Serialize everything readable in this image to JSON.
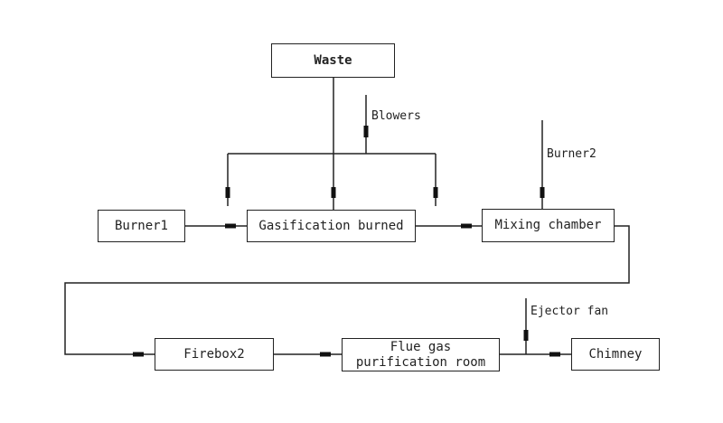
{
  "diagram": {
    "type": "process-flow",
    "nodes": {
      "waste": "Waste",
      "burner1": "Burner1",
      "gasification": "Gasification burned",
      "mixing": "Mixing chamber",
      "firebox2": "Firebox2",
      "flue_gas": "Flue gas purification room",
      "chimney": "Chimney"
    },
    "inputs": {
      "blowers": "Blowers",
      "burner2": "Burner2",
      "ejector_fan": "Ejector fan"
    },
    "edges": [
      {
        "from": "Waste",
        "to": "Gasification burned"
      },
      {
        "from": "Blowers",
        "to": "Gasification burned"
      },
      {
        "from": "Burner1",
        "to": "Gasification burned"
      },
      {
        "from": "Gasification burned",
        "to": "Mixing chamber"
      },
      {
        "from": "Burner2",
        "to": "Mixing chamber"
      },
      {
        "from": "Mixing chamber",
        "to": "Firebox2"
      },
      {
        "from": "Firebox2",
        "to": "Flue gas purification room"
      },
      {
        "from": "Flue gas purification room",
        "to": "Chimney"
      },
      {
        "from": "Ejector fan",
        "to": "Chimney"
      }
    ]
  }
}
